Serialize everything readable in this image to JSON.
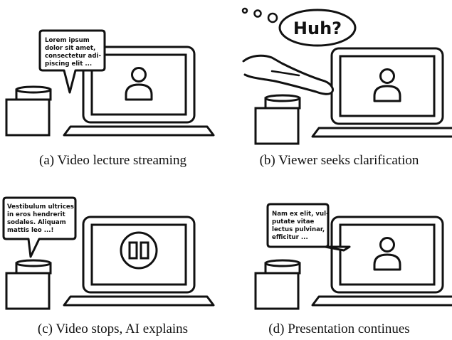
{
  "panels": [
    {
      "caption": "(a) Video lecture streaming",
      "bubble_lines": [
        "Lorem ipsum",
        "dolor sit amet,",
        "consectetur adi-",
        "piscing elit ..."
      ]
    },
    {
      "caption": "(b) Viewer seeks clarification",
      "thought": "Huh?"
    },
    {
      "caption": "(c) Video stops, AI explains",
      "bubble_lines": [
        "Vestibulum ultrices",
        "in eros hendrerit",
        "sodales. Aliquam",
        "mattis leo ...!"
      ]
    },
    {
      "caption": "(d) Presentation continues",
      "bubble_lines": [
        "Nam ex elit, vul-",
        "putate vitae",
        "lectus pulvinar,",
        "efficitur ..."
      ]
    }
  ]
}
